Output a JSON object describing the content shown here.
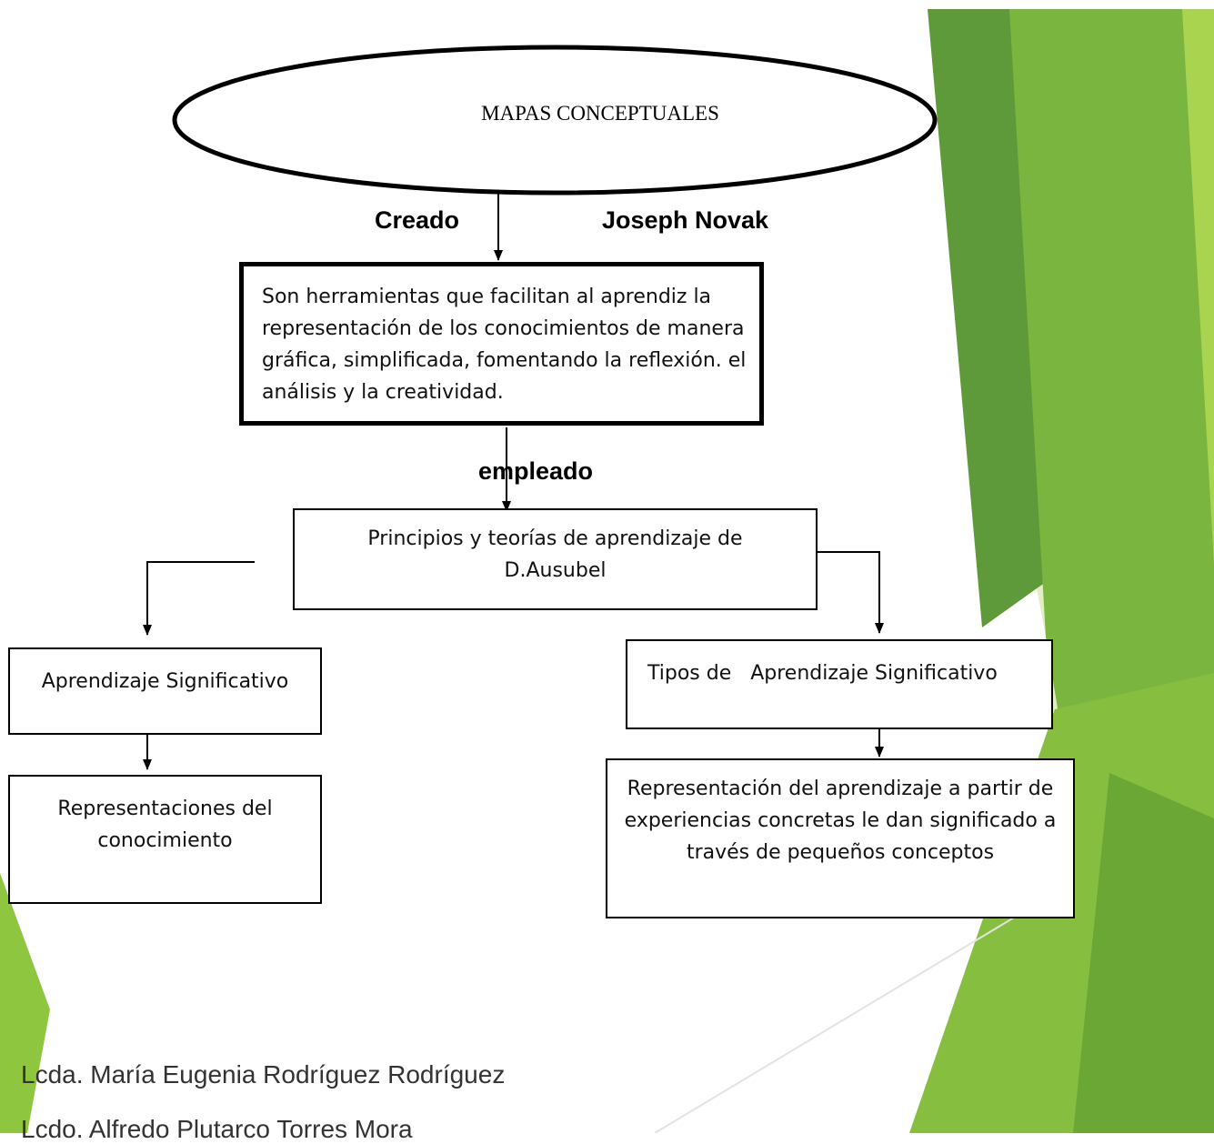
{
  "title": "MAPAS CONCEPTUALES",
  "links": {
    "created": "Creado",
    "author": "Joseph Novak",
    "used": "empleado"
  },
  "nodes": {
    "definition": "Son herramientas que facilitan al aprendiz la representación de los conocimientos de manera gráfica, simplificada, fomentando la reflexión. el análisis y la creatividad.",
    "principles": "Principios y teorías de aprendizaje de D.Ausubel",
    "meaningful_learning": "Aprendizaje Significativo",
    "knowledge_representations": "Representaciones del conocimiento",
    "meaningful_learning_types": "Tipos de   Aprendizaje Significativo",
    "learning_representation": "Representación del aprendizaje a partir de experiencias concretas le dan significado a través de pequeños conceptos"
  },
  "footer": {
    "author1": "Lcda. María Eugenia Rodríguez Rodríguez",
    "author2": "Lcdo. Alfredo Plutarco Torres Mora"
  },
  "colors": {
    "green_dark": "#4e8a2b",
    "green_mid": "#76b13d",
    "green_light": "#9ccb45",
    "green_pale": "#d9eab5"
  }
}
